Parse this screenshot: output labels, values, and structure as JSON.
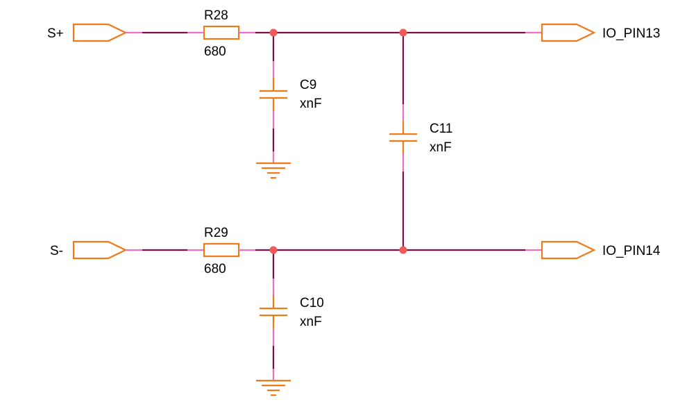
{
  "ports": {
    "s_plus": "S+",
    "s_minus": "S-",
    "io_pin13": "IO_PIN13",
    "io_pin14": "IO_PIN14"
  },
  "components": {
    "r28": {
      "ref": "R28",
      "value": "680"
    },
    "r29": {
      "ref": "R29",
      "value": "680"
    },
    "c9": {
      "ref": "C9",
      "value": "xnF"
    },
    "c10": {
      "ref": "C10",
      "value": "xnF"
    },
    "c11": {
      "ref": "C11",
      "value": "xnF"
    }
  },
  "colors": {
    "wire": "#7a0e48",
    "pin": "#ef6fc8",
    "component": "#f07a18",
    "junction": "#f05a5a",
    "text": "#000000"
  }
}
